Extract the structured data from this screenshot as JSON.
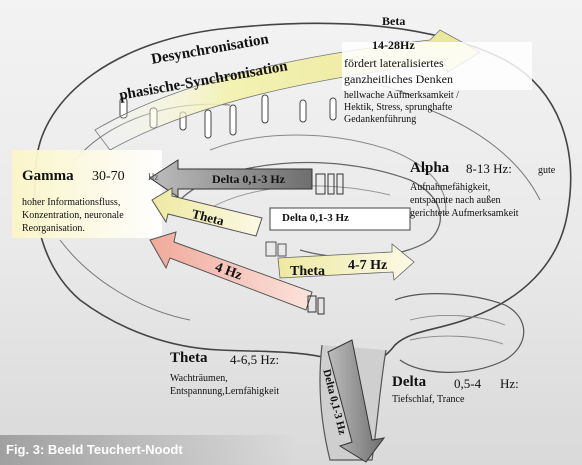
{
  "figure": {
    "caption": "Fig. 3: Beeld Teuchert-Noodt"
  },
  "sync": {
    "desync_label": "Desynchronisation",
    "phasic_label": "phasische-Synchronisation"
  },
  "beta": {
    "name": "Beta",
    "freq": "14-28Hz",
    "desc_line1": "fördert lateralisiertes",
    "desc_line2": "ganzheitliches Denken",
    "note": "hellwache Aufmerksamkeit /\nHektik, Stress, sprunghafte\nGedankenführung"
  },
  "gamma": {
    "name": "Gamma",
    "freq": "30-70",
    "hz_unit": "Hz",
    "note": "hoher Informationsfluss,\nKonzentration, neuronale\nReorganisation."
  },
  "alpha": {
    "name": "Alpha",
    "freq": "8-13 Hz:",
    "suffix": "gute",
    "note": "Aufnahmefähigkeit,\nentspannte nach außen\ngerichtete Aufmerksamkeit"
  },
  "arrows": {
    "delta_top": "Delta 0,1-3 Hz",
    "delta_mid": "Delta 0,1-3 Hz",
    "theta_upper": "Theta",
    "four_hz": "4 Hz",
    "theta_center": "Theta",
    "theta_center_freq": "4-7 Hz",
    "delta_stem": "Delta 0,1-3 Hz"
  },
  "theta_bottom": {
    "name": "Theta",
    "freq": "4-6,5 Hz:",
    "note": "Wachträumen,\nEntspannung,Lernfähigkeit"
  },
  "delta_bottom": {
    "name": "Delta",
    "freq": "0,5-4",
    "hz_unit": "Hz:",
    "note": "Tiefschlaf, Trance"
  },
  "colors": {
    "sync_arrow": "#f1f0a6",
    "theta_arrow": "#f4f0c4",
    "four_hz_arrow": "#f3c4b8",
    "gamma_box_left": "#fbf6cc",
    "outline": "#333333",
    "caption_text": "#ffffff"
  }
}
